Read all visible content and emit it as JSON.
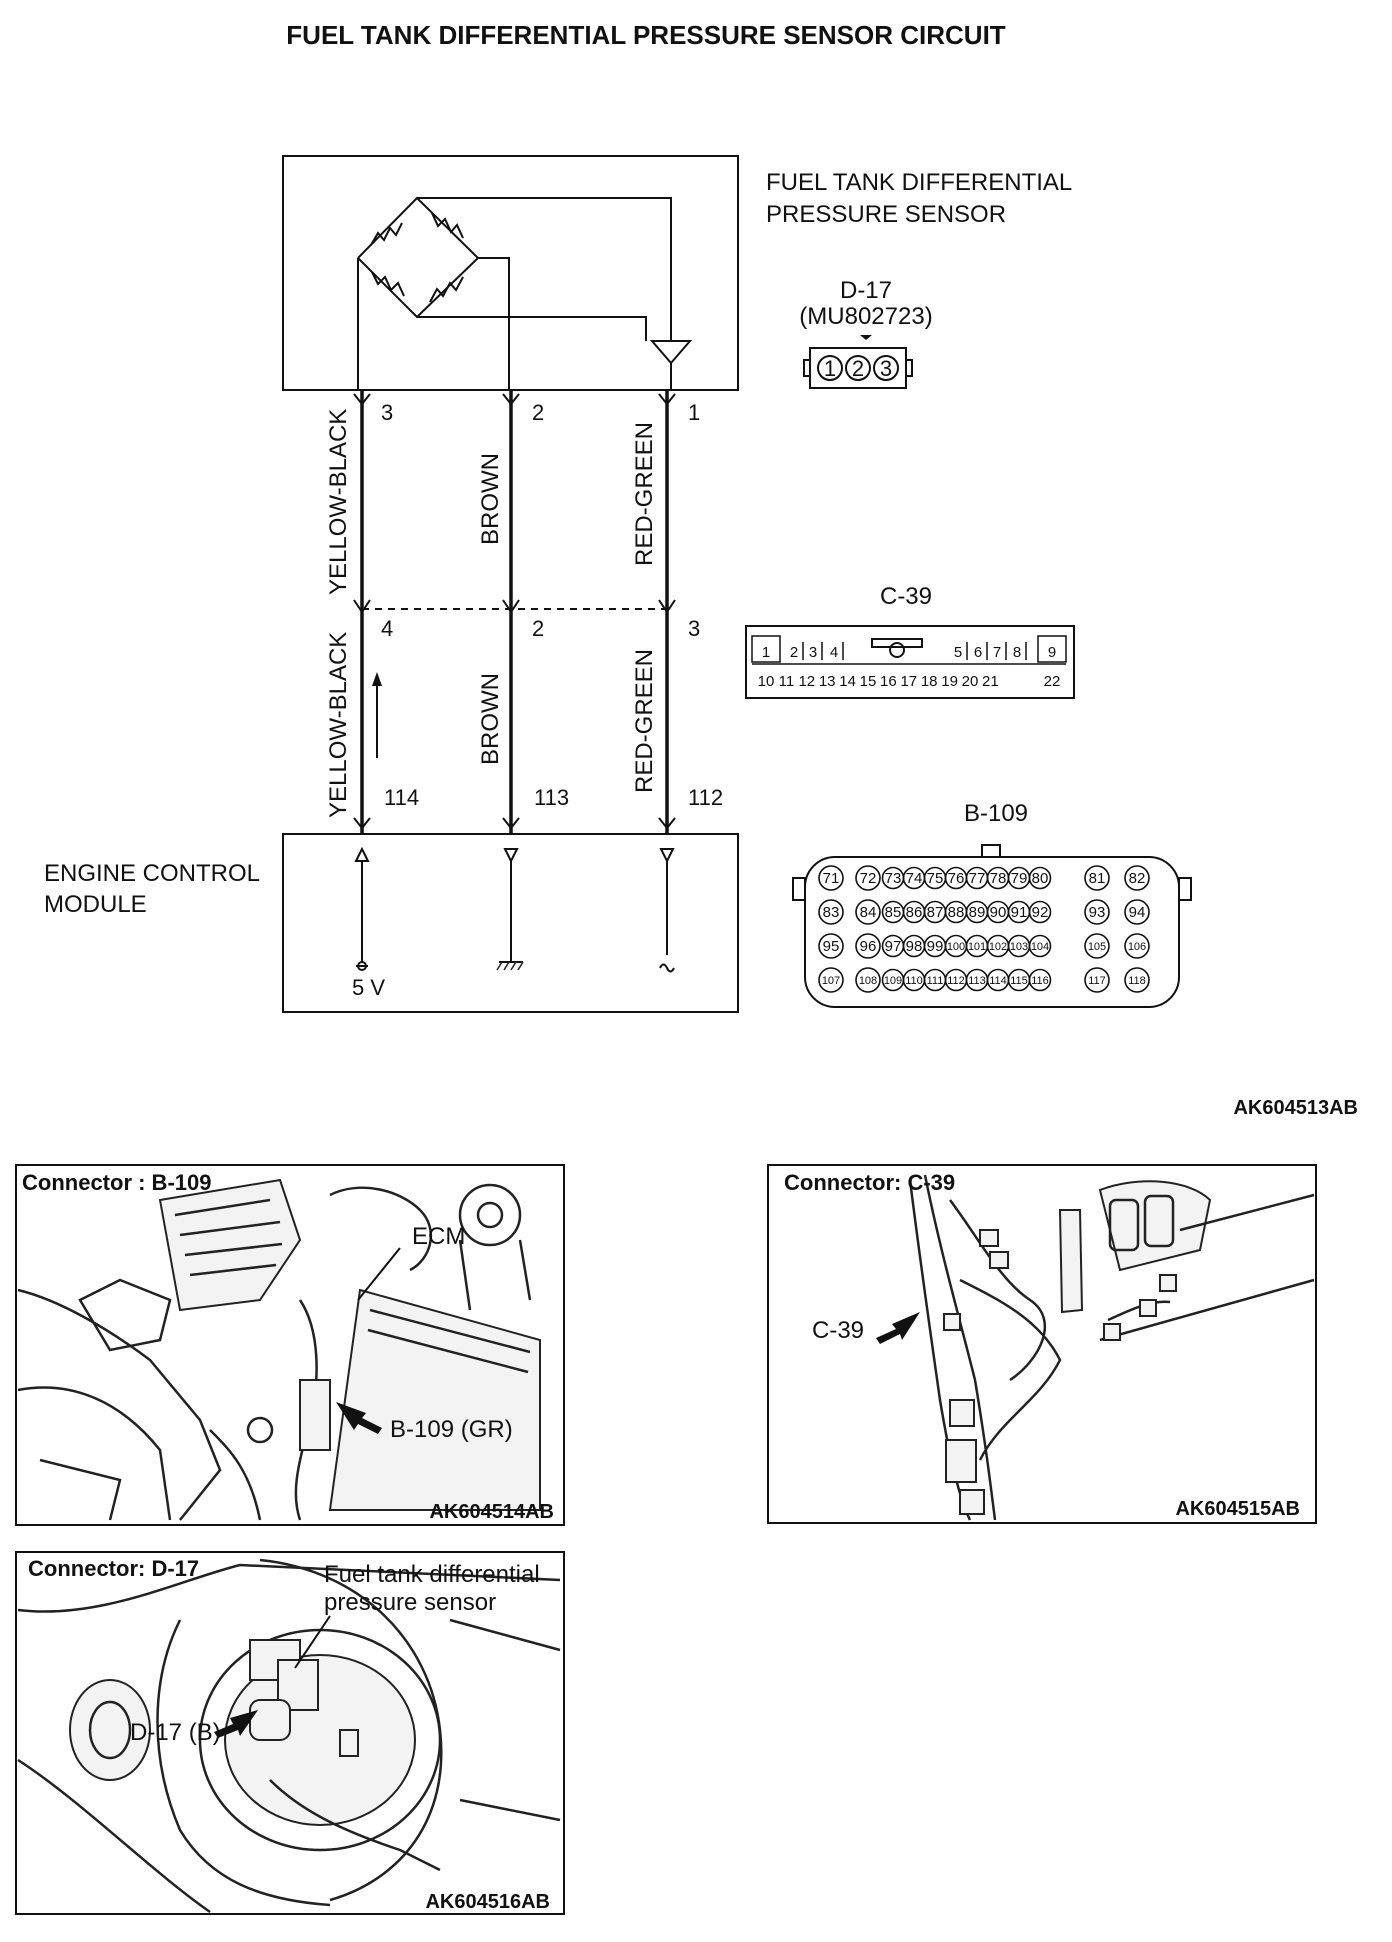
{
  "title": "FUEL TANK DIFFERENTIAL PRESSURE SENSOR CIRCUIT",
  "sensor": {
    "label_line1": "FUEL TANK DIFFERENTIAL",
    "label_line2": "PRESSURE SENSOR"
  },
  "ecm": {
    "label_line1": "ENGINE CONTROL",
    "label_line2": "MODULE",
    "supply": "5 V"
  },
  "wires": {
    "upper_colors": [
      "YELLOW-BLACK",
      "BROWN",
      "RED-GREEN"
    ],
    "upper_pins": [
      "3",
      "2",
      "1"
    ],
    "lower_colors": [
      "YELLOW-BLACK",
      "BROWN",
      "RED-GREEN"
    ],
    "middle_pins": [
      "4",
      "2",
      "3"
    ],
    "ecm_pins": [
      "114",
      "113",
      "112"
    ]
  },
  "connectors": {
    "d17": {
      "id": "D-17",
      "part": "(MU802723)",
      "pins": [
        "1",
        "2",
        "3"
      ]
    },
    "c39": {
      "id": "C-39",
      "row1": [
        "1",
        "2",
        "3",
        "4",
        "5",
        "6",
        "7",
        "8",
        "9"
      ],
      "row2": [
        "10",
        "11",
        "12",
        "13",
        "14",
        "15",
        "16",
        "17",
        "18",
        "19",
        "20",
        "21",
        "22"
      ]
    },
    "b109": {
      "id": "B-109",
      "rows": [
        [
          "71",
          "72",
          "73",
          "74",
          "75",
          "76",
          "77",
          "78",
          "79",
          "80",
          "81",
          "82"
        ],
        [
          "83",
          "84",
          "85",
          "86",
          "87",
          "88",
          "89",
          "90",
          "91",
          "92",
          "93",
          "94"
        ],
        [
          "95",
          "96",
          "97",
          "98",
          "99",
          "100",
          "101",
          "102",
          "103",
          "104",
          "105",
          "106"
        ],
        [
          "107",
          "108",
          "109",
          "110",
          "111",
          "112",
          "113",
          "114",
          "115",
          "116",
          "117",
          "118"
        ]
      ]
    }
  },
  "figure_code": "AK604513AB",
  "photos": {
    "b109": {
      "header": "Connector : B-109",
      "label_ecm": "ECM",
      "label_connector": "B-109 (GR)",
      "code": "AK604514AB"
    },
    "c39": {
      "header": "Connector: C-39",
      "label_connector": "C-39",
      "code": "AK604515AB"
    },
    "d17": {
      "header": "Connector: D-17",
      "label_sensor_line1": "Fuel tank differential",
      "label_sensor_line2": "pressure sensor",
      "label_connector": "D-17 (B)",
      "code": "AK604516AB"
    }
  }
}
